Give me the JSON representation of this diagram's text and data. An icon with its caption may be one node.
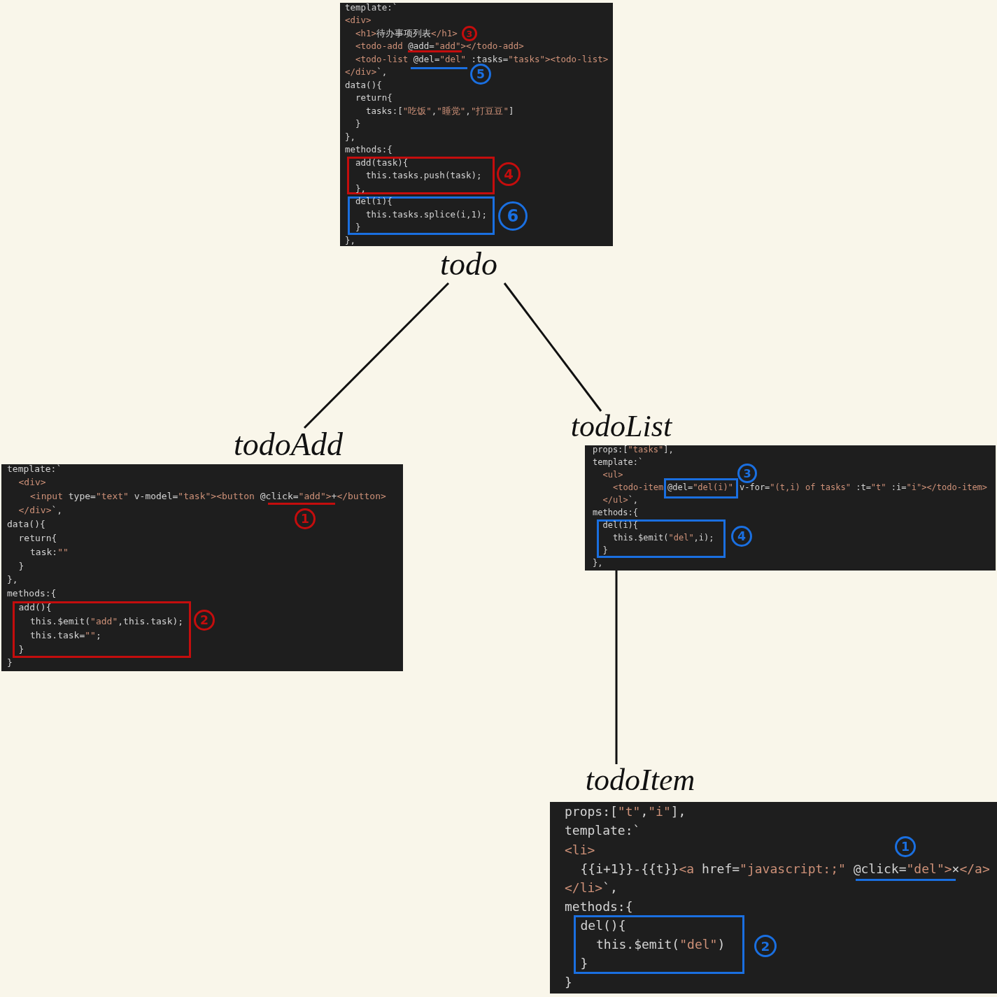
{
  "diagram": {
    "nodes": [
      {
        "text": [
          "template:`",
          "<div>",
          "<h1>待办事项列表</h1>",
          "<todo-add @add=\"add\"></todo-add>",
          "<todo-list @del=\"del\" :tasks=\"tasks\"><todo-list>",
          "</div>`,",
          "data(){",
          "return{",
          "tasks:[\"吃饭\",\"睡觉\",\"打豆豆\"]",
          "}",
          "},",
          "methods:{",
          "},"
        ],
        "beside": [
          "todo"
        ]
      },
      {
        "text": [
          "add(task){",
          "this.tasks.push(task);",
          "},"
        ],
        "in": 0
      },
      {
        "text": [
          "del(i){",
          "this.tasks.splice(i,1);",
          "}"
        ],
        "in": 0
      },
      {
        "text": [
          "template:`",
          "<div>",
          "<input type=\"text\" v-model=\"task\"><button @click=\"add\">+</button>",
          "</div>`,",
          "data(){",
          "return{",
          "task:\"\"",
          "}",
          "},",
          "methods:{",
          "}"
        ],
        "beside": [
          "todoAdd"
        ]
      },
      {
        "text": [
          "add(){",
          "this.$emit(\"add\",this.task);",
          "this.task=\"\";",
          "}"
        ],
        "in": 3
      },
      {
        "text": [
          "props:[\"tasks\"],",
          "template:`",
          "<ul>",
          "<todo-item",
          "v-for=\"(t,i) of tasks\" :t=\"t\" :i=\"i\"></todo-item>",
          "</ul>`,",
          "methods:{",
          "},"
        ],
        "beside": [
          "todoList"
        ]
      },
      {
        "text": [
          "@del=\"del(i)\""
        ],
        "in": 5
      },
      {
        "text": [
          "del(i){",
          "this.$emit(\"del\",i);",
          "}"
        ],
        "in": 5
      },
      {
        "text": [
          "props:[\"t\",\"i\"],",
          "template:`",
          "<li>",
          "{{i+1}}-{{t}}<a href=\"javascript:;\" @click=\"del\">×</a>",
          "</li>`,",
          "methods:{",
          "}"
        ],
        "beside": [
          "todoItem"
        ]
      },
      {
        "text": [
          "del(){",
          "this.$emit(\"del\")",
          "}"
        ],
        "in": 8
      }
    ],
    "edges": [
      {
        "from": 0,
        "to": 3,
        "arrow": "none"
      },
      {
        "from": 0,
        "to": 5,
        "arrow": "none"
      },
      {
        "from": 5,
        "to": 8,
        "arrow": "none"
      }
    ],
    "labels": [
      "3",
      "5",
      "4",
      "6",
      "1",
      "2",
      "3",
      "4",
      "1",
      "2"
    ]
  }
}
